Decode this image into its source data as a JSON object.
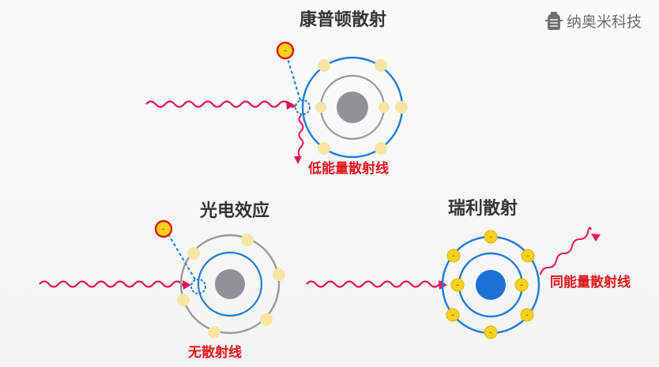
{
  "brand": {
    "name": "纳奥米科技",
    "logo_icon": "kettle-logo-icon"
  },
  "colors": {
    "wave": "#e3145a",
    "orbit_blue": "#1f7bd6",
    "orbit_gray": "#9a9a9a",
    "nucleus_gray": "#8e9196",
    "nucleus_blue": "#1f6fd8",
    "electron_yellow": "#f7d21c",
    "electron_pale": "#f6e6a3",
    "electron_red_ring": "#e1141b",
    "label_red": "#e1141b"
  },
  "panels": {
    "compton": {
      "title": "康普顿散射",
      "label": "低能量散射线",
      "electron_sign": "-"
    },
    "photoelectric": {
      "title": "光电效应",
      "label": "无散射线",
      "electron_sign": "-"
    },
    "rayleigh": {
      "title": "瑞利散射",
      "label": "同能量散射线",
      "electron_sign": "-"
    }
  }
}
